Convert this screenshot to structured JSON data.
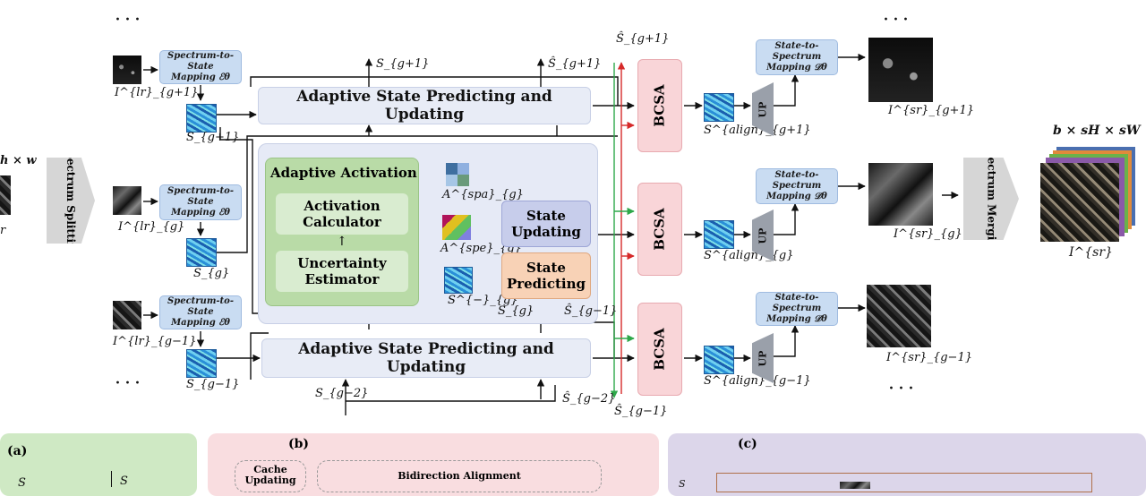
{
  "dots": "···",
  "top_labels": {
    "s_next": "S_{g+1}",
    "shat_next": "Ŝ_{g+1}",
    "shat_next_top": "Ŝ_{g+1}"
  },
  "mapping_top": {
    "line1": "Spectrum-to-State",
    "line2": "Mapping ℰθ"
  },
  "mapping_mid": {
    "line1": "Spectrum-to-State",
    "line2": "Mapping ℰθ"
  },
  "mapping_bot": {
    "line1": "Spectrum-to-State",
    "line2": "Mapping ℰθ"
  },
  "input_labels": {
    "top": "I^{lr}_{g+1}",
    "mid": "I^{lr}_{g}",
    "bot": "I^{lr}_{g−1}"
  },
  "state_labels": {
    "top": "S_{g+1}",
    "mid": "S_{g}",
    "bot": "S_{g−1}"
  },
  "asp_top": "Adaptive State Predicting and Updating",
  "asp_bot": "Adaptive State Predicting and Updating",
  "adaptive_activation": {
    "title": "Adaptive Activation",
    "activation_calculator": "Activation Calculator",
    "uncertainty_estimator": "Uncertainty Estimator"
  },
  "state_updating": "State Updating",
  "state_predicting": "State Predicting",
  "a_spa": "A^{spa}_{g}",
  "a_spe": "A^{spe}_{g}",
  "s_minus": "S^{−}_{g}",
  "s_g_bottom": "S_{g}",
  "shat_g_minus1": "Ŝ_{g−1}",
  "s_g_minus2": "S_{g−2}",
  "shat_g_minus2": "Ŝ_{g−2}",
  "shat_g_minus1_bottom": "Ŝ_{g−1}",
  "bcsa": "BCSA",
  "up": "UP",
  "align_labels": {
    "top": "S^{align}_{g+1}",
    "mid": "S^{align}_{g}",
    "bot": "S^{align}_{g−1}"
  },
  "s2s_top": {
    "line1": "State-to-Spectrum",
    "line2": "Mapping 𝒟θ"
  },
  "s2s_mid": {
    "line1": "State-to-Spectrum",
    "line2": "Mapping 𝒟θ"
  },
  "s2s_bot": {
    "line1": "State-to-Spectrum",
    "line2": "Mapping 𝒟θ"
  },
  "output_labels": {
    "top": "I^{sr}_{g+1}",
    "mid": "I^{sr}_{g}",
    "bot": "I^{sr}_{g−1}"
  },
  "spectrum_splitting": "Spectrum Splitting",
  "spectrum_merging": "Spectrum Merging",
  "left_dims": "h × w",
  "left_label": "r",
  "cube_dims": "b × sH × sW",
  "cube_label": "I^{sr}",
  "panel_a": "(a)",
  "panel_b": "(b)",
  "panel_c": "(c)",
  "cache_updating": "Cache Updating",
  "bidirection_alignment": "Bidirection Alignment",
  "panel_a_s1": "S",
  "panel_a_s2": "S",
  "panel_c_s": "S",
  "colors": {
    "green_arrow": "#2ea84a",
    "red_arrow": "#d62a2a",
    "panel_a": "#cfe9c4",
    "panel_b": "#f9dde0",
    "panel_c": "#dcd6ea"
  }
}
